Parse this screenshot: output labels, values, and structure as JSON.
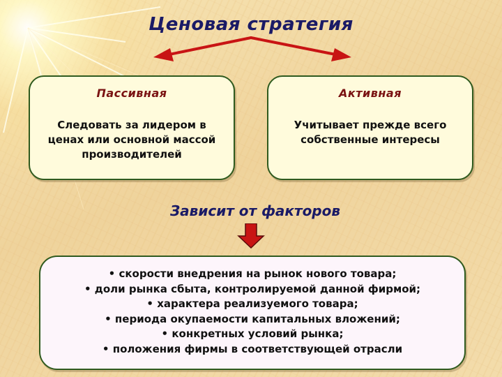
{
  "title": "Ценовая стратегия",
  "passive": {
    "heading": "Пассивная",
    "text": "Следовать за лидером в ценах или основной массой производителей"
  },
  "active": {
    "heading": "Активная",
    "text": "Учитывает прежде всего собственные интересы"
  },
  "factors": {
    "heading": "Зависит от факторов",
    "items": [
      "• скорости внедрения на рынок нового товара;",
      "• доли рынка сбыта, контролируемой данной фирмой;",
      "• характера реализуемого товара;",
      "• периода окупаемости капитальных вложений;",
      "• конкретных условий рынка;",
      "• положения фирмы в соответствующей отрасли"
    ]
  },
  "colors": {
    "title": "#1a1a66",
    "box_heading": "#7a1212",
    "arrow": "#c81414",
    "border": "#2f5a1e"
  }
}
